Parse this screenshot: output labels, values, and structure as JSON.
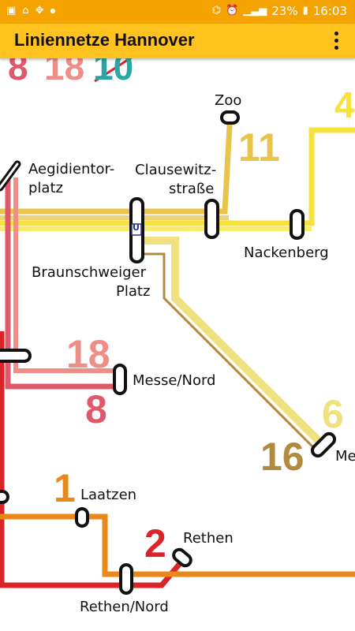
{
  "status_bar": {
    "battery_percent": "23%",
    "time": "16:03",
    "icons": [
      "image-icon",
      "home-icon",
      "game-icon",
      "dot-icon",
      "hotspot-icon",
      "alarm-icon",
      "signal-icon",
      "battery-icon"
    ]
  },
  "app_bar": {
    "title": "Liniennetze Hannover",
    "menu_icon": "more-vert-icon"
  },
  "map": {
    "line_numbers_top": [
      "8",
      "18",
      "10"
    ],
    "line_numbers": {
      "l4": "4",
      "l11": "11",
      "l18": "18",
      "l8": "8",
      "l6": "6",
      "l16": "16",
      "l1": "1",
      "l2": "2"
    },
    "stations": {
      "zoo": "Zoo",
      "aegidientorplatz_1": "Aegidientor-",
      "aegidientorplatz_2": "platz",
      "clausewitz_1": "Clausewitz-",
      "clausewitz_2": "straße",
      "nackenberg": "Nackenberg",
      "braunschweiger_1": "Braunschweiger",
      "braunschweiger_2": "Platz",
      "messe_nord": "Messe/Nord",
      "messe_ost": "Me",
      "laatzen": "Laatzen",
      "rethen": "Rethen",
      "rethen_nord": "Rethen/Nord",
      "ubahn_badge": "U"
    },
    "colors": {
      "line_8": "#E0596B",
      "line_18": "#EE8E86",
      "line_10": "#2BA6A2",
      "line_4": "#F5E23C",
      "line_11": "#E9C44A",
      "line_6": "#F0E07E",
      "line_16": "#B08A3E",
      "line_1": "#E8891A",
      "line_2": "#D9242A"
    }
  }
}
